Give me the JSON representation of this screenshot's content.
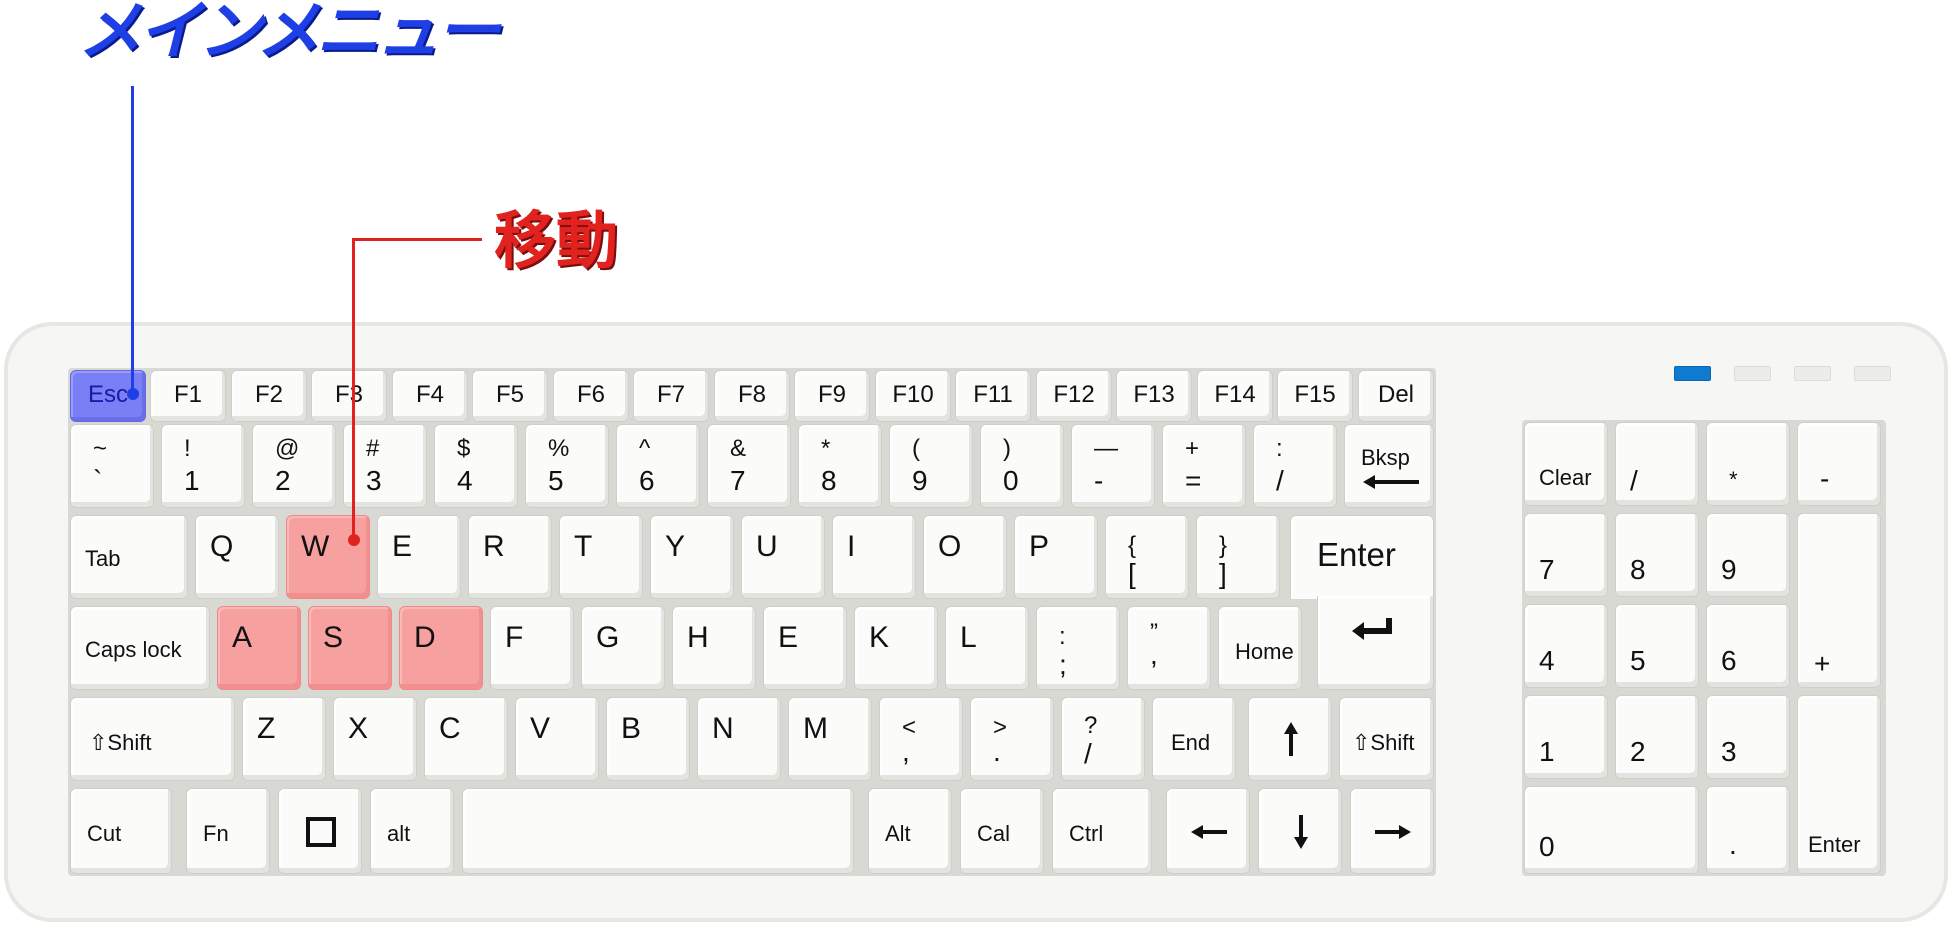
{
  "callouts": {
    "menu": "メインメニュー",
    "move": "移動"
  },
  "colors": {
    "menu_callout": "#1f3fe6",
    "move_callout": "#e2221f",
    "move_highlight": "#f7a0a0",
    "menu_highlight": "#7b7ff5",
    "indicator_on": "#0e7bd1"
  },
  "indicators": [
    {
      "name": "indicator-1",
      "on": true
    },
    {
      "name": "indicator-2",
      "on": false
    },
    {
      "name": "indicator-3",
      "on": false
    },
    {
      "name": "indicator-4",
      "on": false
    }
  ],
  "keyboard": {
    "function_row": [
      "Esc",
      "F1",
      "F2",
      "F3",
      "F4",
      "F5",
      "F6",
      "F7",
      "F8",
      "F9",
      "F10",
      "F11",
      "F12",
      "F13",
      "F14",
      "F15",
      "Del"
    ],
    "number_row": [
      {
        "top": "~",
        "bottom": "`"
      },
      {
        "top": "!",
        "bottom": "1"
      },
      {
        "top": "@",
        "bottom": "2"
      },
      {
        "top": "#",
        "bottom": "3"
      },
      {
        "top": "$",
        "bottom": "4"
      },
      {
        "top": "%",
        "bottom": "5"
      },
      {
        "top": "^",
        "bottom": "6"
      },
      {
        "top": "&",
        "bottom": "7"
      },
      {
        "top": "*",
        "bottom": "8"
      },
      {
        "top": "(",
        "bottom": "9"
      },
      {
        "top": ")",
        "bottom": "0"
      },
      {
        "top": "—",
        "bottom": "-"
      },
      {
        "top": "+",
        "bottom": "="
      },
      {
        "top": ":",
        "bottom": "/"
      }
    ],
    "backspace": "Bksp",
    "tab": "Tab",
    "qwerty_row": [
      "Q",
      "W",
      "E",
      "R",
      "T",
      "Y",
      "U",
      "I",
      "O",
      "P"
    ],
    "brackets": [
      {
        "top": "{",
        "bottom": "["
      },
      {
        "top": "}",
        "bottom": "]"
      }
    ],
    "enter": "Enter",
    "caps_lock": "Caps lock",
    "home_row": [
      "A",
      "S",
      "D",
      "F",
      "G",
      "H",
      "E",
      "K",
      "L"
    ],
    "home_punct": [
      {
        "top": ":",
        "bottom": ";"
      },
      {
        "top": "”",
        "bottom": ","
      }
    ],
    "home": "Home",
    "shift_left": "⇧Shift",
    "bottom_letters": [
      "Z",
      "X",
      "C",
      "V",
      "B",
      "N",
      "M"
    ],
    "bottom_punct": [
      {
        "top": "<",
        "bottom": ","
      },
      {
        "top": ">",
        "bottom": "."
      },
      {
        "top": "?",
        "bottom": "/"
      }
    ],
    "end": "End",
    "shift_right": "⇧Shift",
    "cut": "Cut",
    "fn": "Fn",
    "alt_left": "alt",
    "alt_right": "Alt",
    "cal": "Cal",
    "ctrl": "Ctrl"
  },
  "numpad": {
    "row1": [
      "Clear",
      "/",
      "*",
      "-"
    ],
    "row2": [
      "7",
      "8",
      "9"
    ],
    "row3": [
      "4",
      "5",
      "6"
    ],
    "plus": "+",
    "row4": [
      "1",
      "2",
      "3"
    ],
    "zero": "0",
    "dot": ".",
    "enter": "Enter"
  },
  "highlights": {
    "menu_keys": [
      "Esc"
    ],
    "move_keys": [
      "W",
      "A",
      "S",
      "D"
    ]
  }
}
